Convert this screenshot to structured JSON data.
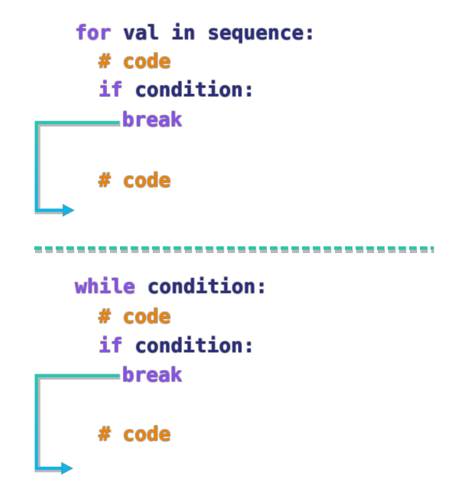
{
  "diagram": {
    "description": "Python break statement control-flow diagram: break exits a for loop and a while loop"
  },
  "colors": {
    "background": "#ffffff",
    "keyword": "#8750e8",
    "plain": "#2b2d7e",
    "comment": "#e8830d",
    "arrow-teal": "#2cc5b2",
    "arrow-cyan": "#12b3e6",
    "divider": "#2cc5a9"
  },
  "sections": [
    {
      "name": "for-loop",
      "lines": [
        {
          "tokens": [
            {
              "text": "for",
              "type": "keyword"
            },
            {
              "text": " val in sequence:",
              "type": "plain"
            }
          ]
        },
        {
          "tokens": [
            {
              "text": "# code",
              "type": "comment"
            }
          ]
        },
        {
          "tokens": [
            {
              "text": "if",
              "type": "keyword"
            },
            {
              "text": " condition:",
              "type": "plain"
            }
          ]
        },
        {
          "tokens": [
            {
              "text": "break",
              "type": "keyword"
            }
          ]
        },
        {
          "tokens": [
            {
              "text": "# code",
              "type": "comment"
            }
          ]
        }
      ],
      "arrow": "from break statement out of the loop body (exits loop)"
    },
    {
      "name": "while-loop",
      "lines": [
        {
          "tokens": [
            {
              "text": "while",
              "type": "keyword"
            },
            {
              "text": " condition:",
              "type": "plain"
            }
          ]
        },
        {
          "tokens": [
            {
              "text": "# code",
              "type": "comment"
            }
          ]
        },
        {
          "tokens": [
            {
              "text": "if",
              "type": "keyword"
            },
            {
              "text": " condition:",
              "type": "plain"
            }
          ]
        },
        {
          "tokens": [
            {
              "text": "break",
              "type": "keyword"
            }
          ]
        },
        {
          "tokens": [
            {
              "text": "# code",
              "type": "comment"
            }
          ]
        }
      ],
      "arrow": "from break statement out of the loop body (exits loop)"
    }
  ]
}
